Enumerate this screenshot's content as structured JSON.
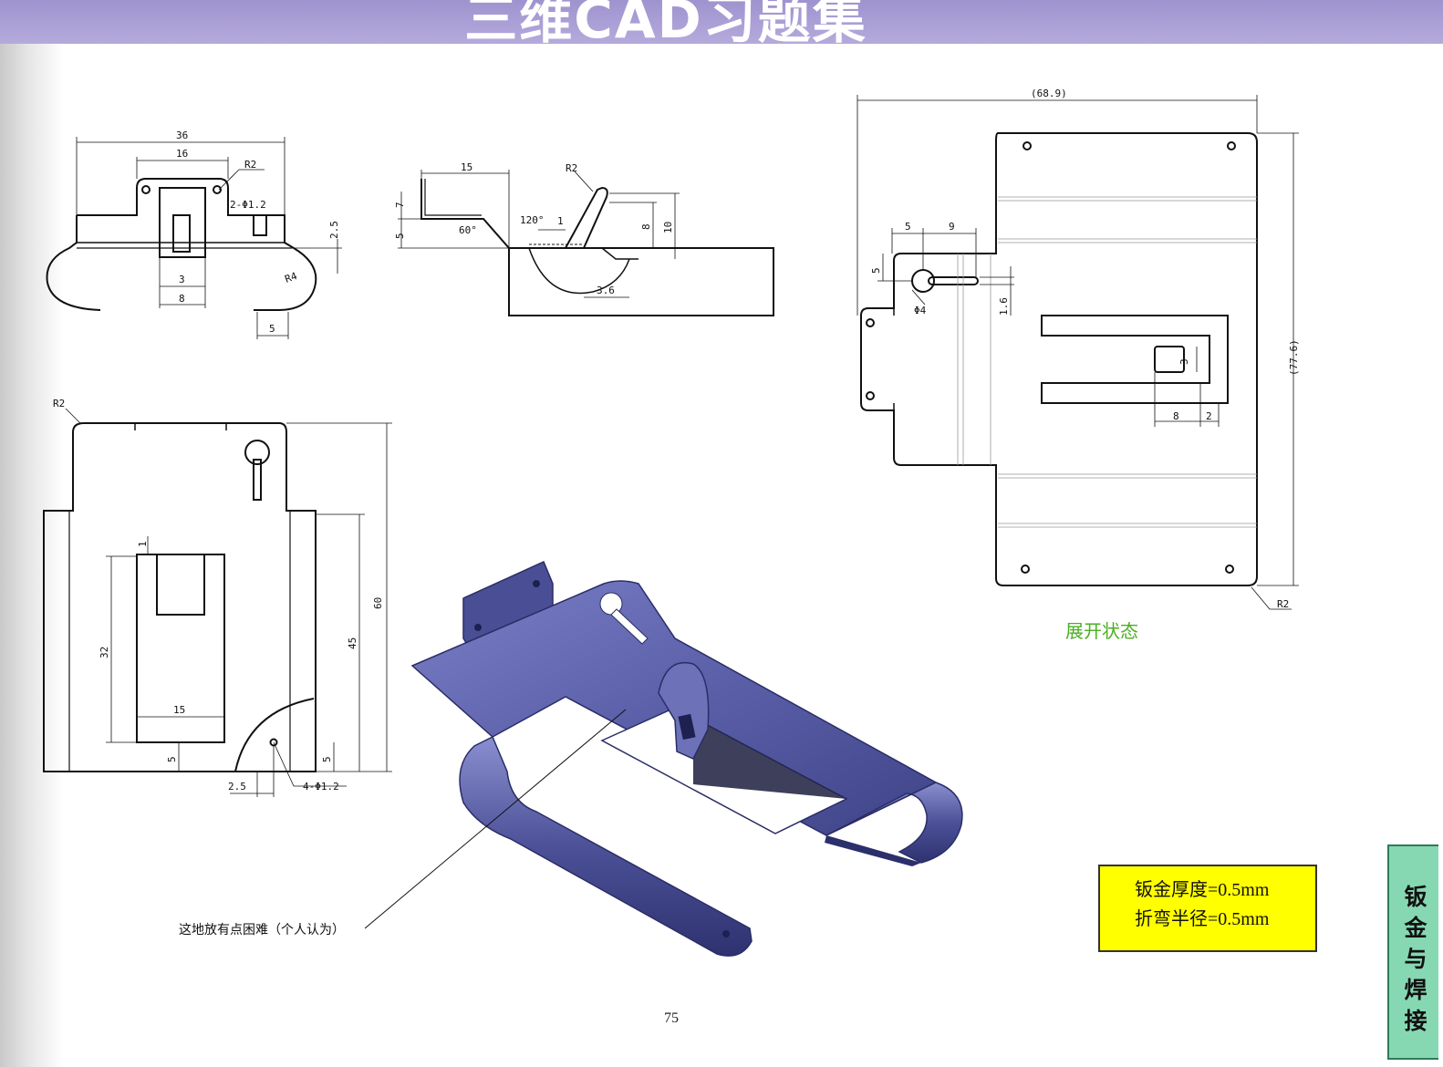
{
  "header": {
    "title": "三维CAD习题集"
  },
  "page_number": "75",
  "side_tab": {
    "label": "钣金与焊接"
  },
  "spec_box": {
    "line1": "钣金厚度=0.5mm",
    "line2": "折弯半径=0.5mm"
  },
  "flat_pattern_caption": "展开状态",
  "annotation_note": "这地放有点困难（个人认为）",
  "colors": {
    "header_band": "#a89dd6",
    "spec_box": "#ffff00",
    "side_tab": "#86d8b3",
    "caption_green": "#4caf23",
    "part_blue": "#5a5fa8"
  },
  "front_view_dims": {
    "d36": "36",
    "d16": "16",
    "r2": "R2",
    "holes": "2-Φ1.2",
    "d2_5": "2.5",
    "r4": "R4",
    "d3": "3",
    "d8": "8",
    "d5": "5"
  },
  "side_view_dims": {
    "d15": "15",
    "r2": "R2",
    "d7": "7",
    "d5": "5",
    "a60": "60°",
    "a120": "120°",
    "d1": "1",
    "d8": "8",
    "d10": "10",
    "d3_6": "3.6"
  },
  "top_view_dims": {
    "r2": "R2",
    "d1": "1",
    "d32": "32",
    "d15": "15",
    "d60": "60",
    "d45": "45",
    "d5a": "5",
    "d5b": "5",
    "d2_5": "2.5",
    "holes": "4-Φ1.2"
  },
  "flat_dims": {
    "d68_9": "(68.9)",
    "d77_6": "(77.6)",
    "d5": "5",
    "d9": "9",
    "d5v": "5",
    "phi4": "Φ4",
    "d1_6": "1.6",
    "d3": "3",
    "d8": "8",
    "d2": "2",
    "r2": "R2"
  }
}
